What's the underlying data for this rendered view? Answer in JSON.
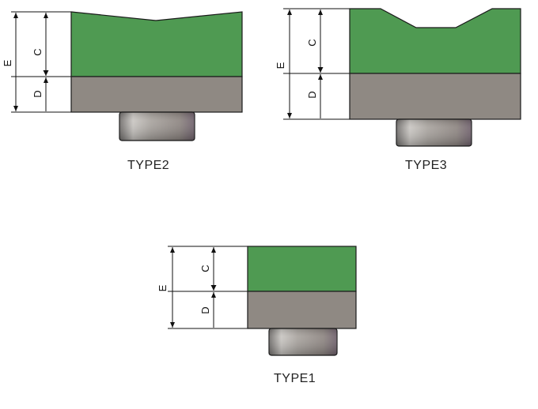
{
  "colors": {
    "insert": "#4f9a52",
    "base": "#8f8983",
    "outline": "#1a1a1a",
    "dim_line": "#111111"
  },
  "dimension_labels": {
    "E": "E",
    "C": "C",
    "D": "D"
  },
  "types": [
    {
      "id": "type2",
      "caption": "TYPE2",
      "top_profile": "shallow-v"
    },
    {
      "id": "type3",
      "caption": "TYPE3",
      "top_profile": "trapezoid-notch"
    },
    {
      "id": "type1",
      "caption": "TYPE1",
      "top_profile": "flat"
    }
  ]
}
